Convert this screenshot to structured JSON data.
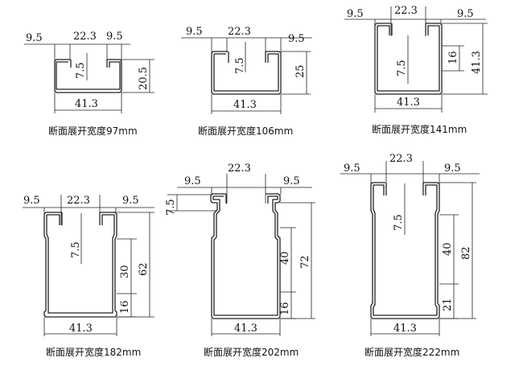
{
  "profiles": [
    {
      "dims": {
        "top_left": "9.5",
        "top_mid": "22.3",
        "top_right": "9.5",
        "lip": "7.5",
        "width": "41.3",
        "height": "20.5"
      },
      "caption": "断面展开宽度97mm"
    },
    {
      "dims": {
        "top_left": "9.5",
        "top_mid": "22.3",
        "top_right": "9.5",
        "lip": "7.5",
        "width": "41.3",
        "height": "25"
      },
      "caption": "断面展开宽度106mm"
    },
    {
      "dims": {
        "top_left": "9.5",
        "top_mid": "22.3",
        "top_right": "9.5",
        "lip": "7.5",
        "width": "41.3",
        "height": "41.3",
        "hole": "16"
      },
      "caption": "断面展开宽度141mm"
    },
    {
      "dims": {
        "top_left": "9.5",
        "top_mid": "22.3",
        "top_right": "9.5",
        "lip": "7.5",
        "width": "41.3",
        "height": "62",
        "slot": "30",
        "bottom": "16"
      },
      "caption": "断面展开宽度182mm"
    },
    {
      "dims": {
        "top_left": "9.5",
        "top_mid": "22.3",
        "top_right": "9.5",
        "lip": "7.5",
        "width": "41.3",
        "height": "72",
        "slot": "40",
        "bottom": "16"
      },
      "caption": "断面展开宽度202mm"
    },
    {
      "dims": {
        "top_left": "9.5",
        "top_mid": "22.3",
        "top_right": "9.5",
        "lip": "7.5",
        "width": "41.3",
        "height": "82",
        "slot": "40",
        "bottom": "21"
      },
      "caption": "断面展开宽度222mm"
    }
  ]
}
